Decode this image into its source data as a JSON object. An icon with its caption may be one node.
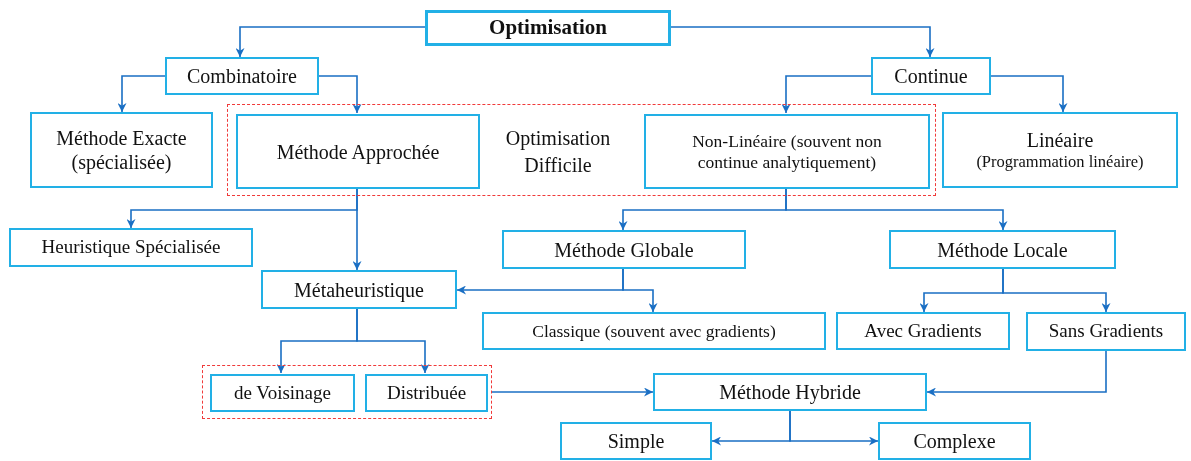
{
  "diagram": {
    "nodes": [
      {
        "text": [
          "Optimisation"
        ]
      },
      {
        "text": [
          "Combinatoire"
        ]
      },
      {
        "text": [
          "Continue"
        ]
      },
      {
        "text": [
          "Méthode Exacte (spécialisée)"
        ]
      },
      {
        "text": [
          "Optimisation Difficile"
        ]
      },
      {
        "text": [
          "Méthode Approchée"
        ],
        "in": 4
      },
      {
        "text": [
          "Non-Linéaire (souvent non continue analytiquement)"
        ],
        "in": 4
      },
      {
        "text": [
          "Linéaire",
          "(Programmation linéaire)"
        ]
      },
      {
        "text": [
          "Heuristique Spécialisée"
        ]
      },
      {
        "text": [
          "Méthode Globale"
        ]
      },
      {
        "text": [
          "Méthode Locale"
        ]
      },
      {
        "text": [
          "Métaheuristique"
        ]
      },
      {
        "text": [
          "Classique (souvent avec gradients)"
        ]
      },
      {
        "text": [
          "Avec Gradients"
        ]
      },
      {
        "text": [
          "Sans Gradients"
        ]
      },
      {
        "text": [],
        "shape": "box"
      },
      {
        "text": [
          "de Voisinage"
        ],
        "in": 15
      },
      {
        "text": [
          "Distribuée"
        ],
        "in": 15
      },
      {
        "text": [
          "Méthode Hybride"
        ]
      },
      {
        "text": [
          "Simple"
        ]
      },
      {
        "text": [
          "Complexe"
        ]
      }
    ],
    "edges": [
      {
        "from": 0,
        "to": 1,
        "arrow": "to"
      },
      {
        "from": 0,
        "to": 2,
        "arrow": "to"
      },
      {
        "from": 1,
        "to": 3,
        "arrow": "to"
      },
      {
        "from": 1,
        "to": 5,
        "arrow": "to"
      },
      {
        "from": 2,
        "to": 6,
        "arrow": "to"
      },
      {
        "from": 2,
        "to": 7,
        "arrow": "to"
      },
      {
        "from": 5,
        "to": 8,
        "arrow": "to"
      },
      {
        "from": 5,
        "to": 11,
        "arrow": "to"
      },
      {
        "from": 6,
        "to": 9,
        "arrow": "to"
      },
      {
        "from": 6,
        "to": 10,
        "arrow": "to"
      },
      {
        "from": 9,
        "to": 11,
        "arrow": "to"
      },
      {
        "from": 9,
        "to": 12,
        "arrow": "to"
      },
      {
        "from": 10,
        "to": 13,
        "arrow": "to"
      },
      {
        "from": 10,
        "to": 14,
        "arrow": "to"
      },
      {
        "from": 11,
        "to": 16,
        "arrow": "to"
      },
      {
        "from": 11,
        "to": 17,
        "arrow": "to"
      },
      {
        "from": 15,
        "to": 18,
        "arrow": "to"
      },
      {
        "from": 14,
        "to": 18,
        "arrow": "to"
      },
      {
        "from": 18,
        "to": 19,
        "arrow": "to"
      },
      {
        "from": 18,
        "to": 20,
        "arrow": "to"
      }
    ]
  }
}
